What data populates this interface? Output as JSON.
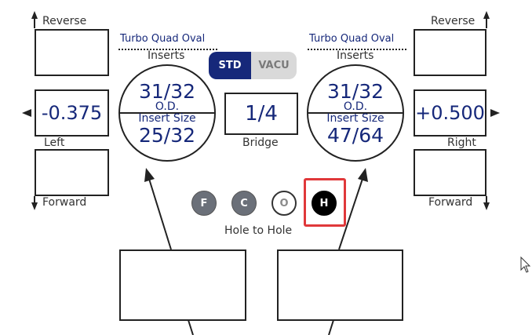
{
  "left_panel": {
    "reverse_label": "Reverse",
    "forward_label": "Forward",
    "side_label": "Left",
    "offset_value": "-0.375"
  },
  "right_panel": {
    "reverse_label": "Reverse",
    "forward_label": "Forward",
    "side_label": "Right",
    "offset_value": "+0.500"
  },
  "left_insert": {
    "title": "Turbo Quad Oval",
    "inserts_label": "Inserts",
    "od_value": "31/32",
    "od_label": "O.D.",
    "size_label": "Insert Size",
    "size_value": "25/32"
  },
  "right_insert": {
    "title": "Turbo Quad Oval",
    "inserts_label": "Inserts",
    "od_value": "31/32",
    "od_label": "O.D.",
    "size_label": "Insert Size",
    "size_value": "47/64"
  },
  "mode_toggle": {
    "std_label": "STD",
    "vacu_label": "VACU",
    "active": "STD"
  },
  "bridge": {
    "value": "1/4",
    "label": "Bridge"
  },
  "hole_to_hole": {
    "label": "Hole to Hole",
    "options": [
      "F",
      "C",
      "O",
      "H"
    ],
    "selected": "H"
  },
  "colors": {
    "navy": "#16287a",
    "grey_button": "#6b7079",
    "selection_red": "#e0383a"
  }
}
